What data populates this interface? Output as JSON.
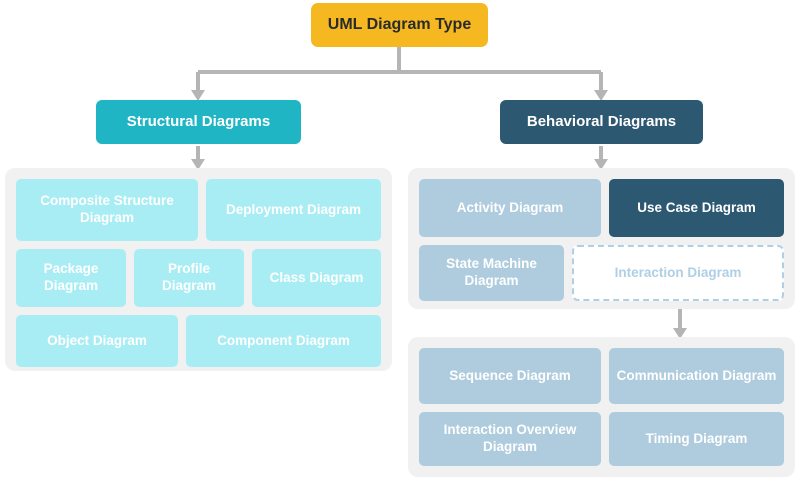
{
  "diagram": {
    "title": "UML Diagram Type",
    "root": {
      "label": "UML Diagram Type",
      "color": "#F5B820"
    },
    "branches": [
      {
        "key": "structural",
        "label": "Structural Diagrams",
        "color": "#1FB5C4",
        "leaf_color": "#A9EDF4",
        "children": [
          {
            "label": "Composite Structure Diagram"
          },
          {
            "label": "Deployment Diagram"
          },
          {
            "label": "Package Diagram"
          },
          {
            "label": "Profile Diagram"
          },
          {
            "label": "Class Diagram"
          },
          {
            "label": "Object Diagram"
          },
          {
            "label": "Component Diagram"
          }
        ]
      },
      {
        "key": "behavioral",
        "label": "Behavioral Diagrams",
        "color": "#2D5871",
        "leaf_color": "#AECCDE",
        "children": [
          {
            "label": "Activity Diagram",
            "style": "blue"
          },
          {
            "label": "Use Case Diagram",
            "style": "dark",
            "highlighted": true
          },
          {
            "label": "State Machine Diagram",
            "style": "blue"
          },
          {
            "label": "Interaction Diagram",
            "style": "dashed",
            "expandable": true
          }
        ],
        "interaction_children": [
          {
            "label": "Sequence Diagram"
          },
          {
            "label": "Communication Diagram"
          },
          {
            "label": "Interaction Overview Diagram"
          },
          {
            "label": "Timing Diagram"
          }
        ]
      }
    ],
    "colors": {
      "root": "#F5B820",
      "structural_header": "#1FB5C4",
      "behavioral_header": "#2D5871",
      "structural_leaf": "#A9EDF4",
      "behavioral_leaf": "#AECCDE",
      "highlight": "#2D5871",
      "dashed_outline": "#AFCFE4",
      "panel_background": "#F1F1F1",
      "connector": "#B5B5B5",
      "page_background": "#FFFFFF"
    }
  }
}
